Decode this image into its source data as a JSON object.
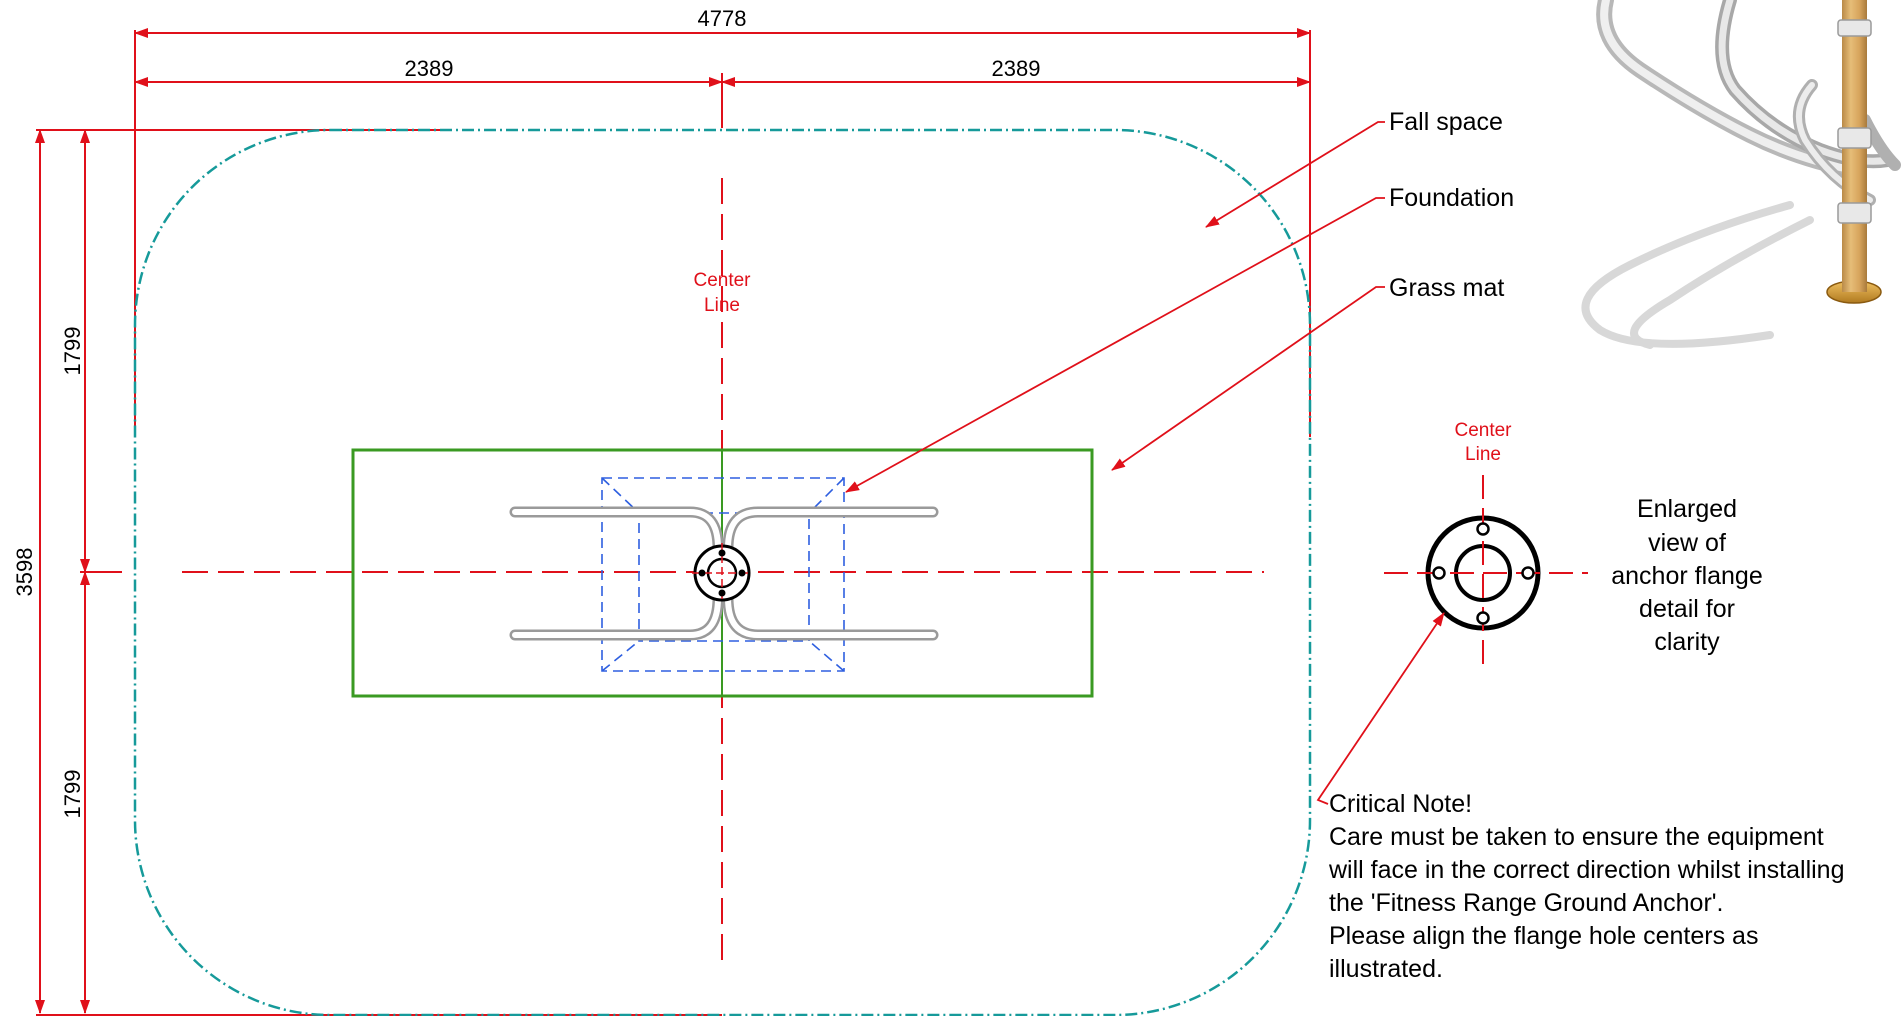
{
  "dimensions": {
    "overall_width": "4778",
    "half_width_left": "2389",
    "half_width_right": "2389",
    "overall_height": "3598",
    "half_height_top": "1799",
    "half_height_bottom": "1799"
  },
  "center_line": {
    "main": [
      "Center",
      "Line"
    ],
    "detail": [
      "Center",
      "Line"
    ]
  },
  "callouts": {
    "fall_space": "Fall space",
    "foundation": "Foundation",
    "grass_mat": "Grass mat"
  },
  "enlarged_view": [
    "Enlarged",
    "view of",
    "anchor flange",
    "detail for",
    "clarity"
  ],
  "critical_note": {
    "title": "Critical Note!",
    "lines": [
      "Care must be taken to ensure the equipment",
      "will face in the correct direction whilst installing",
      "the 'Fitness Range Ground Anchor'.",
      "Please align the flange hole centers as",
      "illustrated."
    ]
  },
  "colors": {
    "dimension_red": "#e0101a",
    "fall_space_teal": "#169a9a",
    "grass_mat_green": "#3a9a22",
    "foundation_blue": "#2e5fe0",
    "equipment_grey": "#9a9a9a",
    "post_wood": "#d8a860"
  }
}
